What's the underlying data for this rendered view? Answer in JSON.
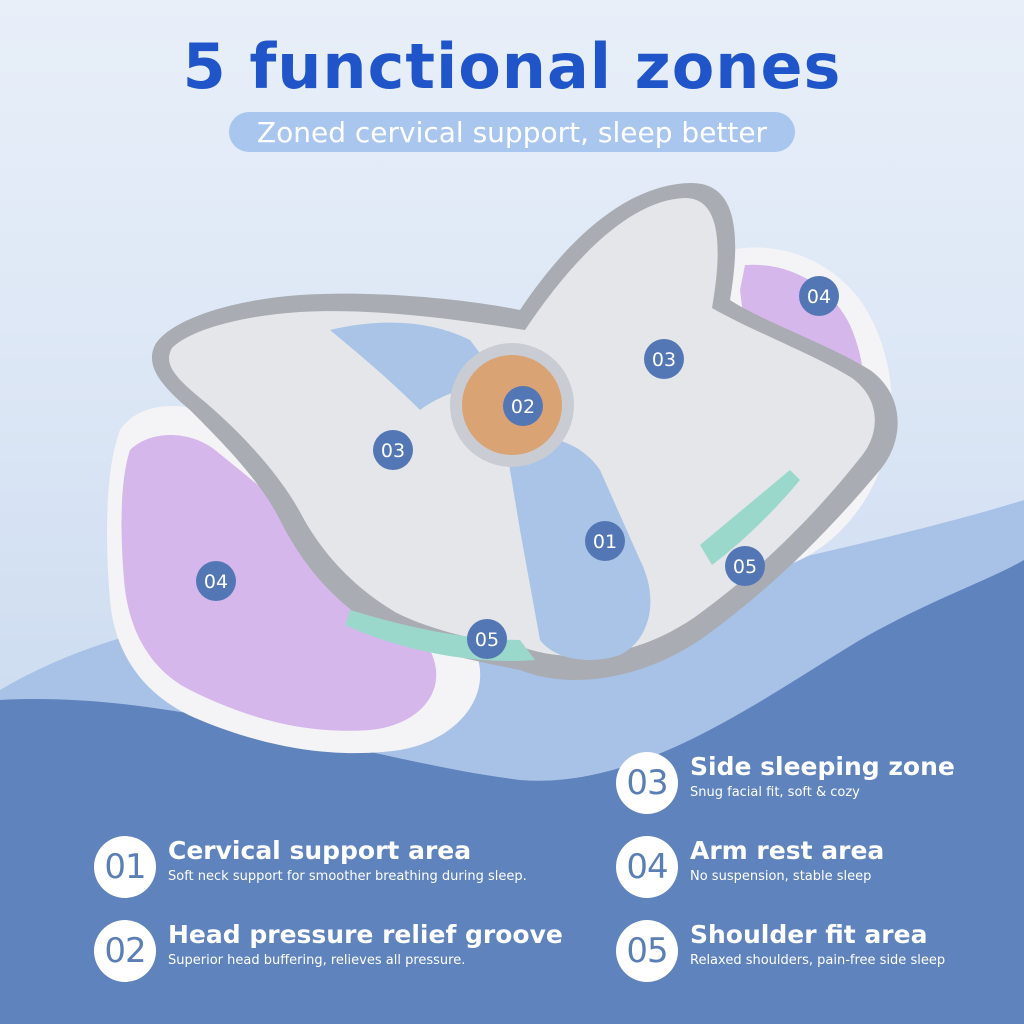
{
  "header": {
    "title": "5 functional zones",
    "subtitle": "Zoned cervical support, sleep better"
  },
  "markers": [
    {
      "id": "01"
    },
    {
      "id": "02"
    },
    {
      "id": "03"
    },
    {
      "id": "03"
    },
    {
      "id": "04"
    },
    {
      "id": "04"
    },
    {
      "id": "05"
    },
    {
      "id": "05"
    }
  ],
  "legend": [
    {
      "num": "01",
      "title": "Cervical support area",
      "desc": "Soft neck support for smoother breathing during sleep."
    },
    {
      "num": "02",
      "title": "Head pressure relief groove",
      "desc": "Superior head buffering, relieves all pressure."
    },
    {
      "num": "03",
      "title": "Side sleeping zone",
      "desc": "Snug facial fit, soft & cozy"
    },
    {
      "num": "04",
      "title": "Arm rest area",
      "desc": "No suspension, stable sleep"
    },
    {
      "num": "05",
      "title": "Shoulder fit area",
      "desc": "Relaxed shoulders, pain-free side sleep"
    }
  ],
  "colors": {
    "title": "#1f55c9",
    "subtitle_pill": "#a9c6ef",
    "wave_bottom": "#5f83bd",
    "marker": "#5377b4",
    "zone_cervical": "#a9c4e6",
    "zone_groove": "#d9a373",
    "zone_side": "#e4e6ea",
    "zone_arm": "#d6b7ec",
    "zone_shoulder": "#9bd8cc"
  }
}
